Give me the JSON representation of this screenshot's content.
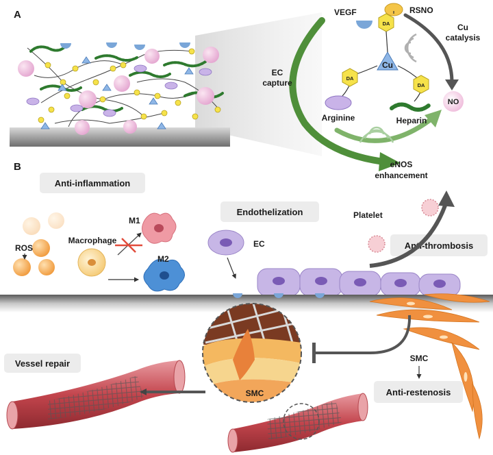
{
  "panel_a": {
    "label": "A",
    "vegf": "VEGF",
    "rsno": "RSNO",
    "cu_catalysis_1": "Cu",
    "cu_catalysis_2": "catalysis",
    "da": "DA",
    "cu": "Cu",
    "ec_capture_1": "EC",
    "ec_capture_2": "capture",
    "arginine": "Arginine",
    "heparin": "Heparin",
    "no": "NO",
    "enos_1": "eNOS",
    "enos_2": "enhancement"
  },
  "panel_b": {
    "label": "B",
    "anti_inflammation": "Anti-inflammation",
    "endothelization": "Endothelization",
    "platelet": "Platelet",
    "anti_thrombosis": "Anti-thrombosis",
    "ros": "ROS",
    "m1": "M1",
    "m2": "M2",
    "macrophage": "Macrophage",
    "ec": "EC",
    "vessel_repair": "Vessel repair",
    "smc_zoom": "SMC",
    "smc_side": "SMC",
    "anti_restenosis": "Anti-restenosis"
  },
  "colors": {
    "green_arrow": "#4f8f3a",
    "gray_arrow": "#555555",
    "ec_cell": "#c7b6e6",
    "ec_nucleus": "#7a5bb5",
    "ros": "#f2a94e",
    "m1": "#e8848f",
    "m2": "#4d90d6",
    "smc": "#f0903f",
    "vessel": "#c9565b",
    "label_box": "#ececec",
    "surface": "#7f7f7f"
  }
}
